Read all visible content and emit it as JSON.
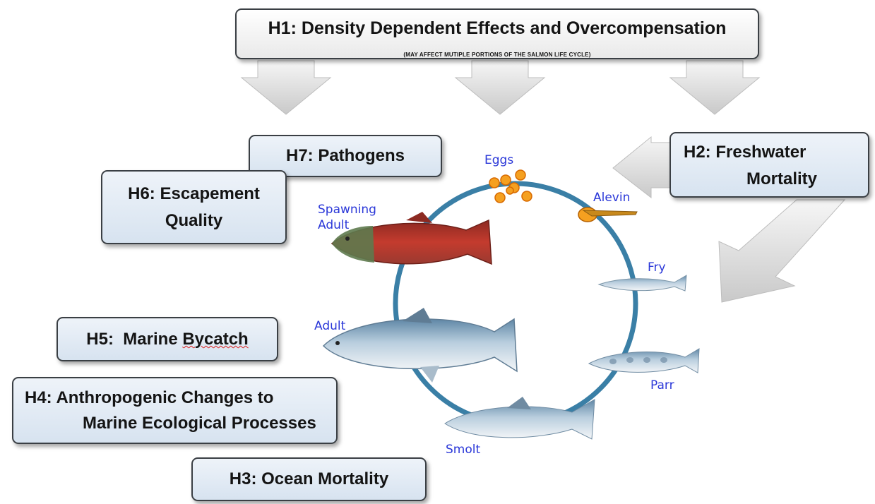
{
  "hypotheses": {
    "h1": {
      "title": "H1:  Density Dependent Effects and Overcompensation",
      "subtitle": "(MAY AFFECT MUTIPLE PORTIONS OF THE SALMON LIFE CYCLE)"
    },
    "h2": {
      "line1": "H2:  Freshwater",
      "line2": "Mortality"
    },
    "h3": {
      "label": "H3:  Ocean Mortality"
    },
    "h4": {
      "line1": "H4:  Anthropogenic Changes to",
      "line2": "Marine Ecological Processes"
    },
    "h5": {
      "prefix": "H5:  Marine ",
      "word": "Bycatch"
    },
    "h6": {
      "line1": "H6: Escapement",
      "line2": "Quality"
    },
    "h7": {
      "label": "H7:  Pathogens"
    }
  },
  "life_cycle": {
    "eggs": "Eggs",
    "alevin": "Alevin",
    "fry": "Fry",
    "parr": "Parr",
    "smolt": "Smolt",
    "adult": "Adult",
    "spawning_line1": "Spawning",
    "spawning_line2": "Adult"
  },
  "colors": {
    "cycle_ring": "#3a7fa6",
    "stage_label": "#2a37d8",
    "box_fill": "#dbe6f2",
    "arrow_fill": "#d9d9d9",
    "egg_orange": "#f5a020",
    "spawning_red": "#b8382c"
  }
}
